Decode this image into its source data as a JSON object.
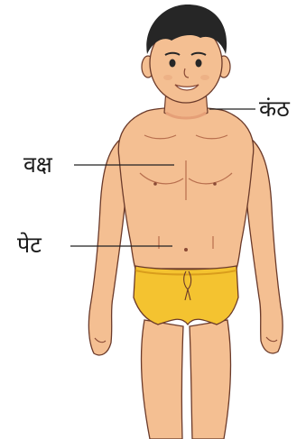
{
  "labels": {
    "neck": "कंठ",
    "chest": "वक्ष",
    "stomach": "पेट"
  },
  "colors": {
    "skin": "#f4bf92",
    "skin_shadow": "#e59f77",
    "hair": "#262626",
    "briefs": "#f4c330",
    "briefs_shadow": "#d99d1c",
    "outline": "#6b3a2a",
    "line": "#222222",
    "label": "#1a1a1a"
  }
}
